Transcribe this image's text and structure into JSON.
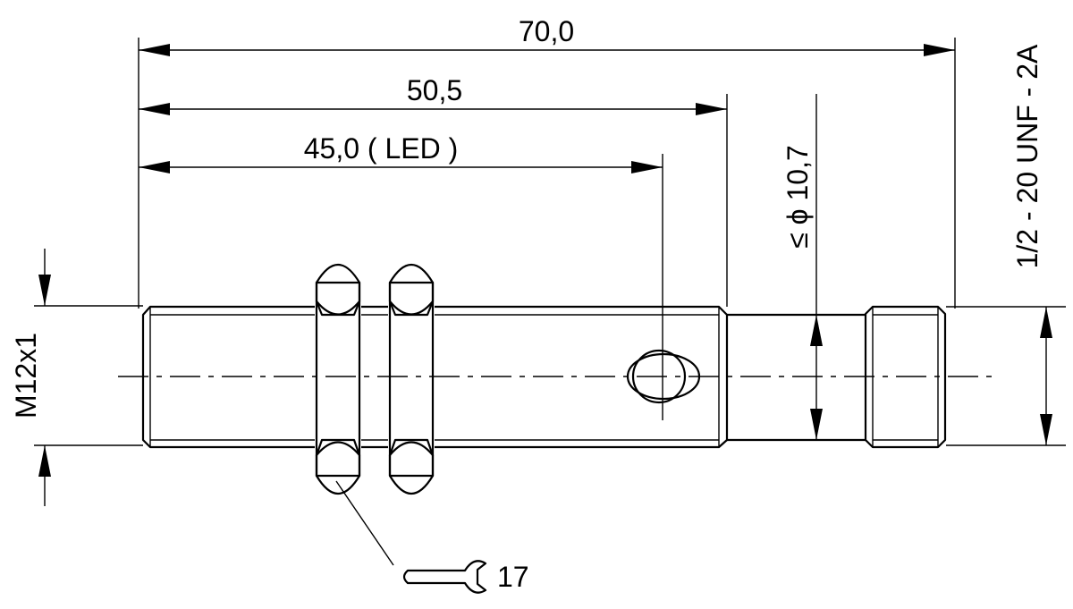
{
  "dimensions": {
    "overall_length": "70,0",
    "body_length": "50,5",
    "led_position": "45,0 ( LED )",
    "max_diameter": "≤ ϕ 10,7",
    "connector_thread": "1/2 - 20 UNF - 2A",
    "thread": "M12x1",
    "wrench_size": "17"
  },
  "icons": {
    "wrench": "wrench-icon",
    "led": "led-indicator-icon"
  }
}
